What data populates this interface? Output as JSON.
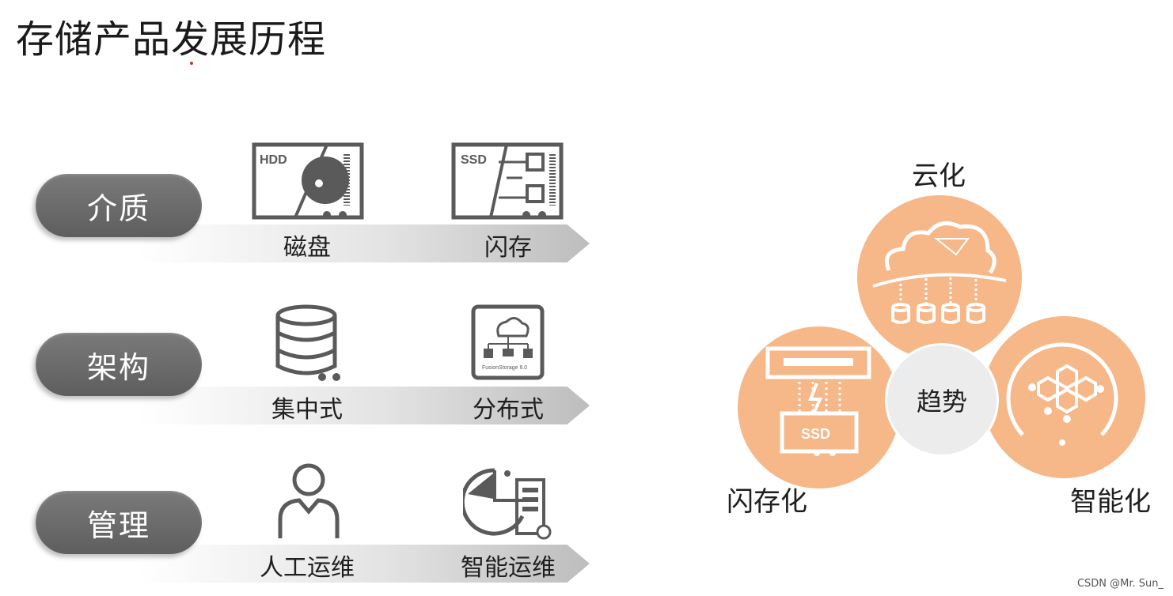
{
  "title": "存储产品发展历程",
  "rows": [
    {
      "category": "介质",
      "left": {
        "label": "磁盘",
        "icon": "hdd-icon",
        "icon_text": "HDD"
      },
      "right": {
        "label": "闪存",
        "icon": "ssd-icon",
        "icon_text": "SSD"
      }
    },
    {
      "category": "架构",
      "left": {
        "label": "集中式",
        "icon": "database-stack-icon"
      },
      "right": {
        "label": "分布式",
        "icon": "distributed-storage-icon",
        "icon_text": "FusionStorage 6.0"
      }
    },
    {
      "category": "管理",
      "left": {
        "label": "人工运维",
        "icon": "person-icon"
      },
      "right": {
        "label": "智能运维",
        "icon": "intelligent-ops-icon"
      }
    }
  ],
  "trends": {
    "center": "趋势",
    "cloud": {
      "label": "云化",
      "icon": "cloud-network-icon"
    },
    "flash": {
      "label": "闪存化",
      "icon": "flash-ssd-icon",
      "icon_text": "SSD"
    },
    "smart": {
      "label": "智能化",
      "icon": "ai-network-icon"
    }
  },
  "colors": {
    "accent": "#f6b789",
    "pill": "#6b6b6b",
    "icon_line": "#5a5a5a"
  },
  "credit": "CSDN @Mr. Sun_"
}
